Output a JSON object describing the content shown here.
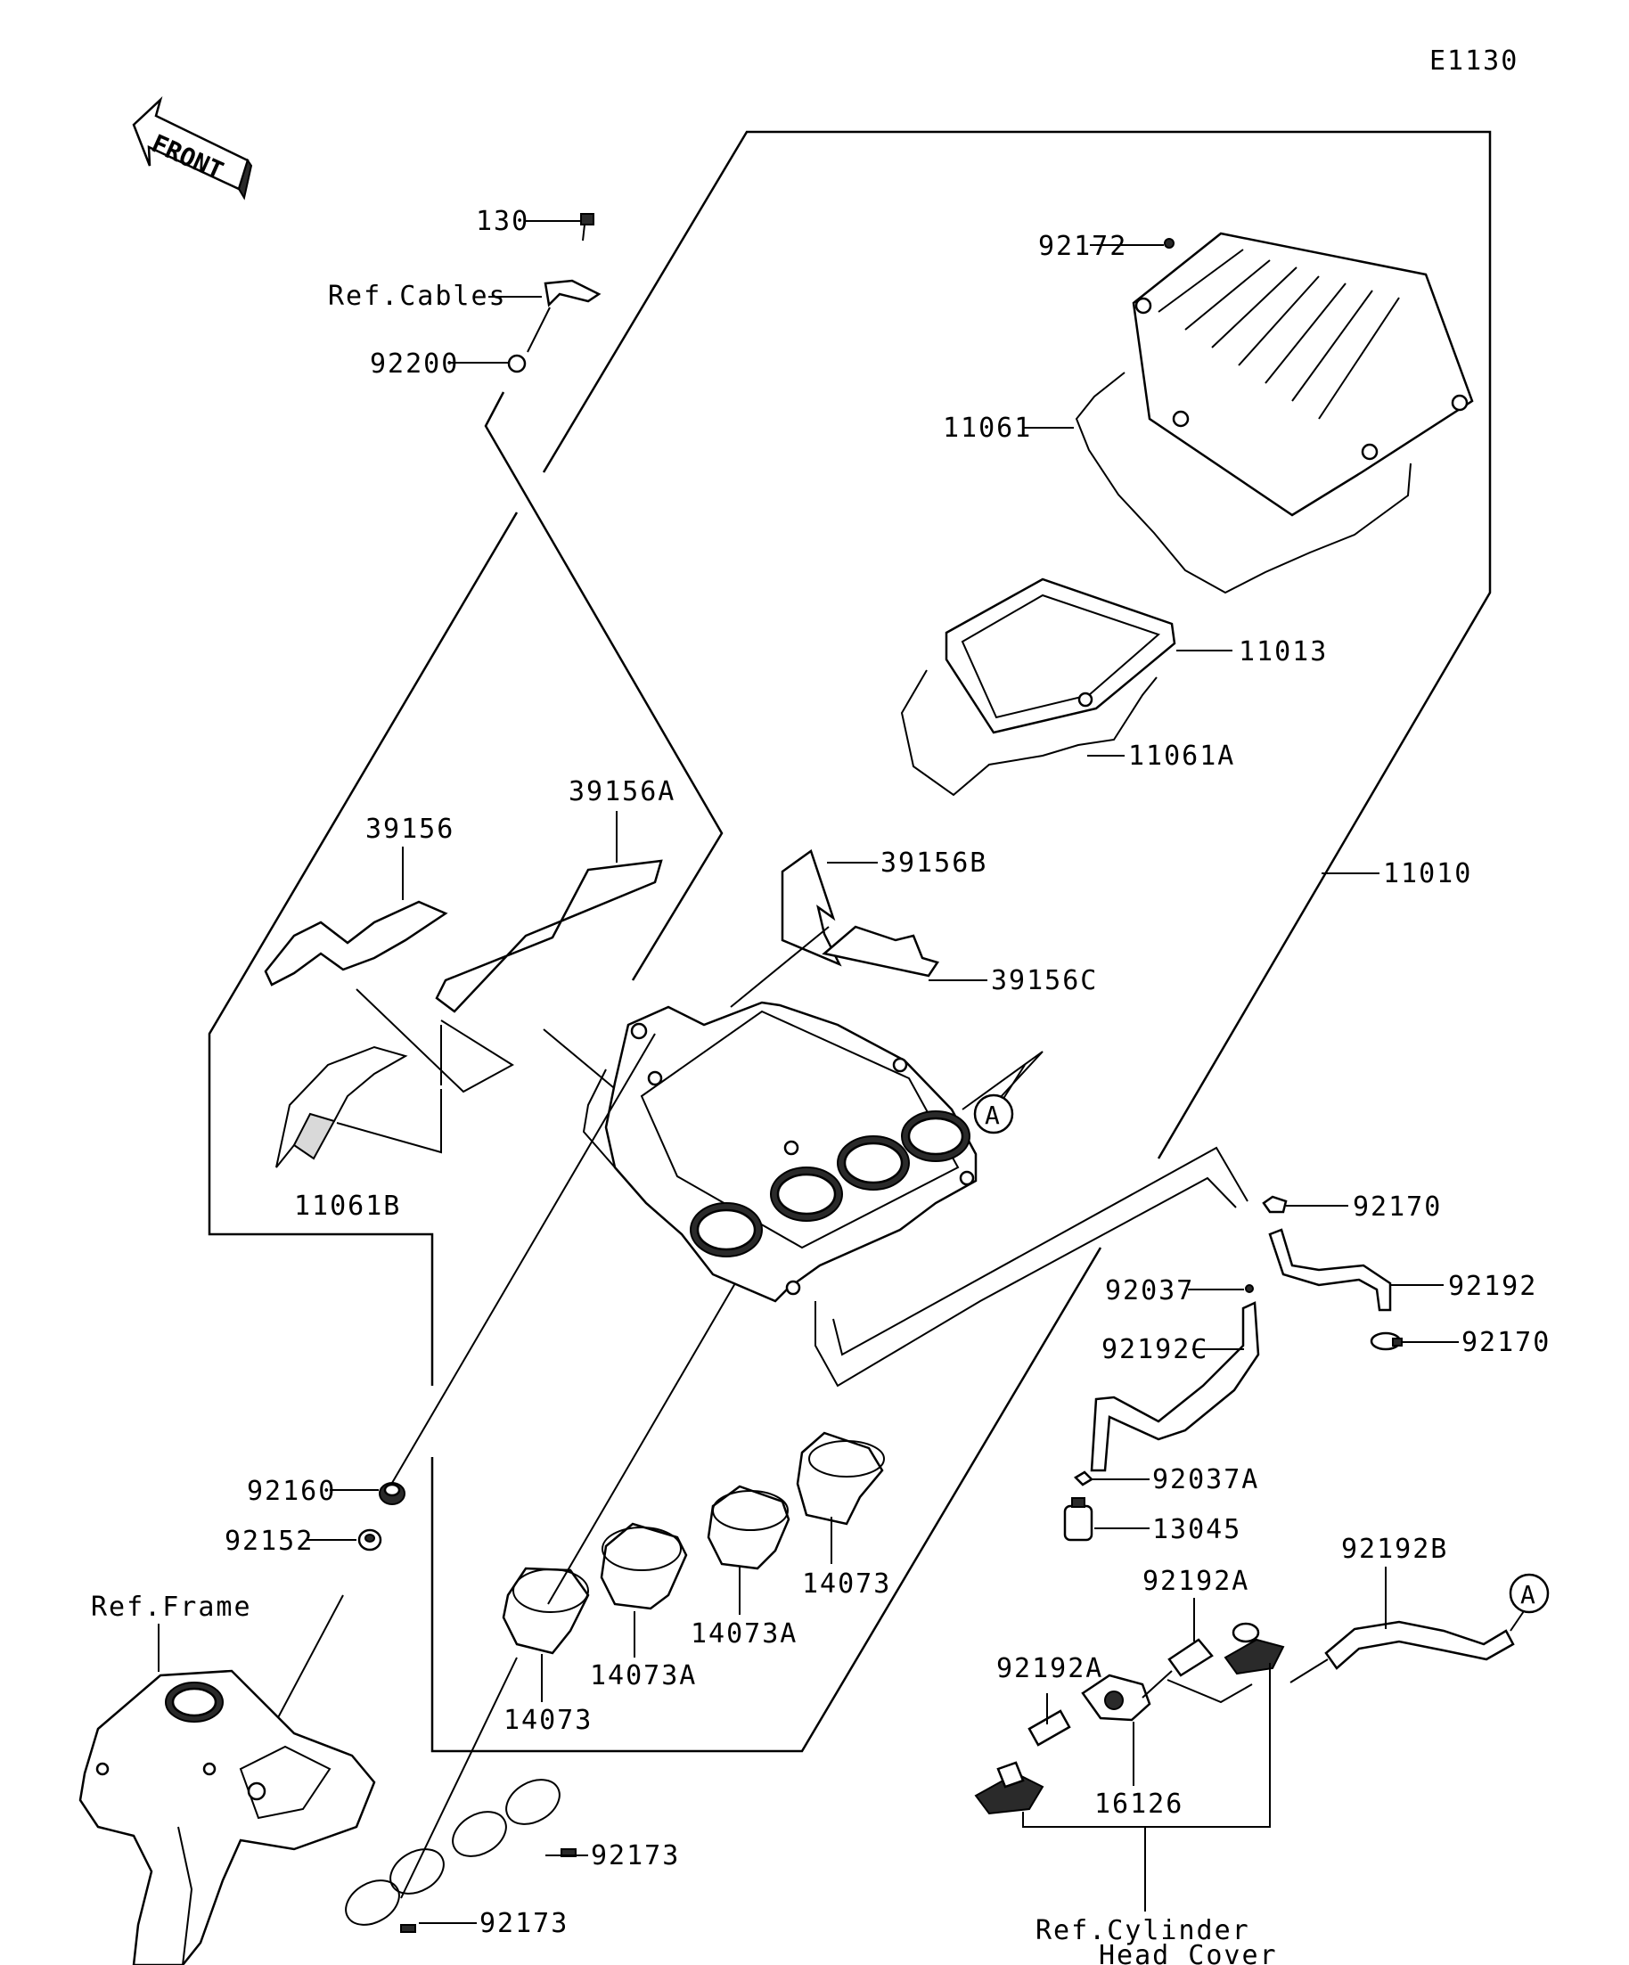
{
  "diagram_code": "E1130",
  "front_arrow_label": "FRONT",
  "callout_a": "A",
  "labels": {
    "p130": "130",
    "ref_cables": "Ref.Cables",
    "p92200": "92200",
    "p92172": "92172",
    "p11061": "11061",
    "p11013": "11013",
    "p11061A": "11061A",
    "p39156A": "39156A",
    "p39156": "39156",
    "p39156B": "39156B",
    "p39156C": "39156C",
    "p11010": "11010",
    "p11061B": "11061B",
    "p92170_top": "92170",
    "p92192": "92192",
    "p92170_bottom": "92170",
    "p92037": "92037",
    "p92192C": "92192C",
    "p92037A": "92037A",
    "p13045": "13045",
    "p92160": "92160",
    "p92152": "92152",
    "ref_frame": "Ref.Frame",
    "p14073_right": "14073",
    "p14073A_mid": "14073A",
    "p14073A_left": "14073A",
    "p14073_left": "14073",
    "p92192A_top": "92192A",
    "p92192A_left": "92192A",
    "p92192B": "92192B",
    "p16126": "16126",
    "p92173_top": "92173",
    "p92173_bottom": "92173",
    "ref_cylinder_line1": "Ref.Cylinder",
    "ref_cylinder_line2": "Head Cover"
  }
}
